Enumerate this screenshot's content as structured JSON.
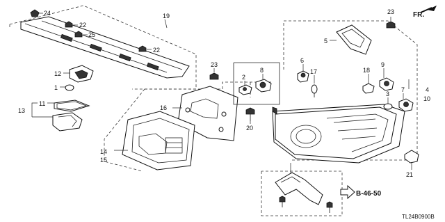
{
  "orientation": {
    "label": "FR."
  },
  "callouts": {
    "c1": "1",
    "c2": "2",
    "c3": "3",
    "c4": "4",
    "c5": "5",
    "c6": "6",
    "c7": "7",
    "c8": "8",
    "c9": "9",
    "c10": "10",
    "c11": "11",
    "c12": "12",
    "c13": "13",
    "c14": "14",
    "c15": "15",
    "c16": "16",
    "c17": "17",
    "c18": "18",
    "c19": "19",
    "c20": "20",
    "c21": "21",
    "c22a": "22",
    "c22b": "22",
    "c23a": "23",
    "c23b": "23",
    "c24": "24",
    "c25": "25"
  },
  "reference": {
    "label": "B-46-50"
  },
  "diagram_code": "TL24B0900B"
}
